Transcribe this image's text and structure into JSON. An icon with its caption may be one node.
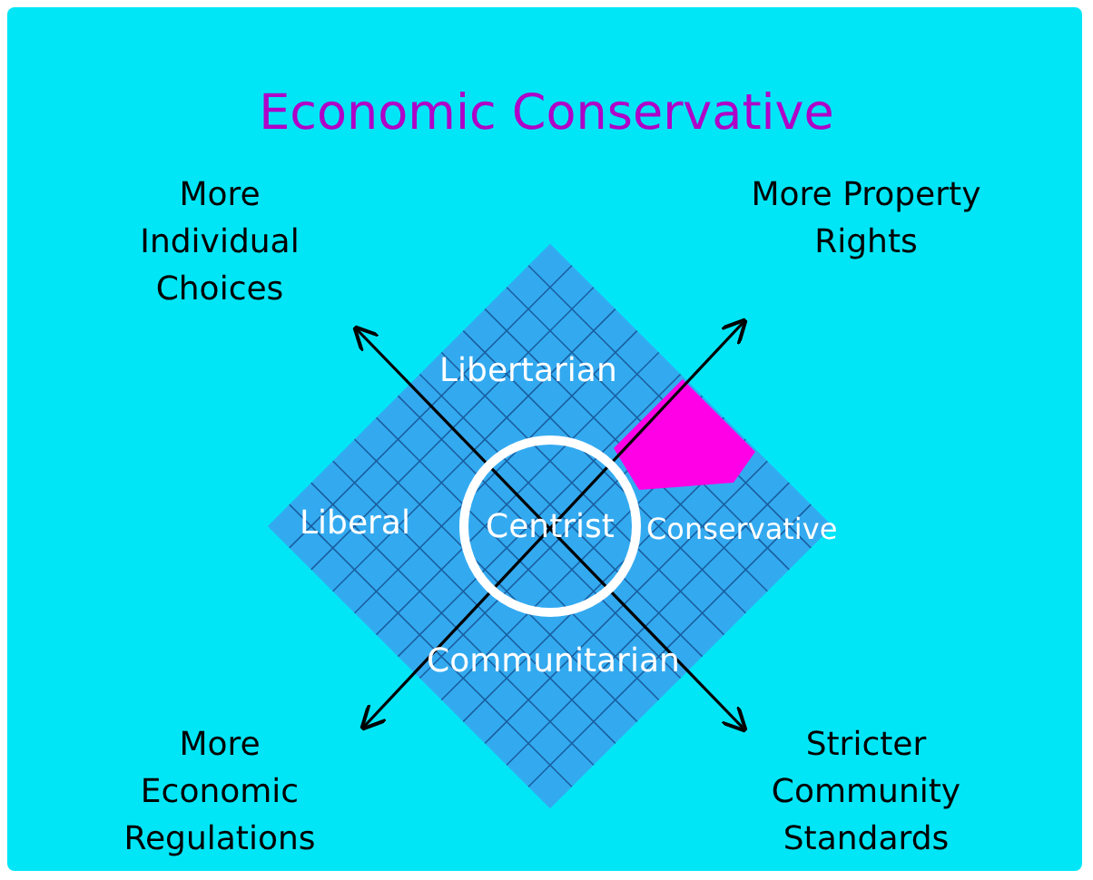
{
  "diagram": {
    "title": "Economic Conservative",
    "nodes": [
      {
        "text": [
          "Centrist"
        ]
      }
    ],
    "labels": [
      "More Individual Choices",
      "More Property Rights",
      "Libertarian",
      "Liberal",
      "Conservative",
      "Communitarian",
      "More Economic Regulations",
      "Stricter Community Standards"
    ]
  }
}
